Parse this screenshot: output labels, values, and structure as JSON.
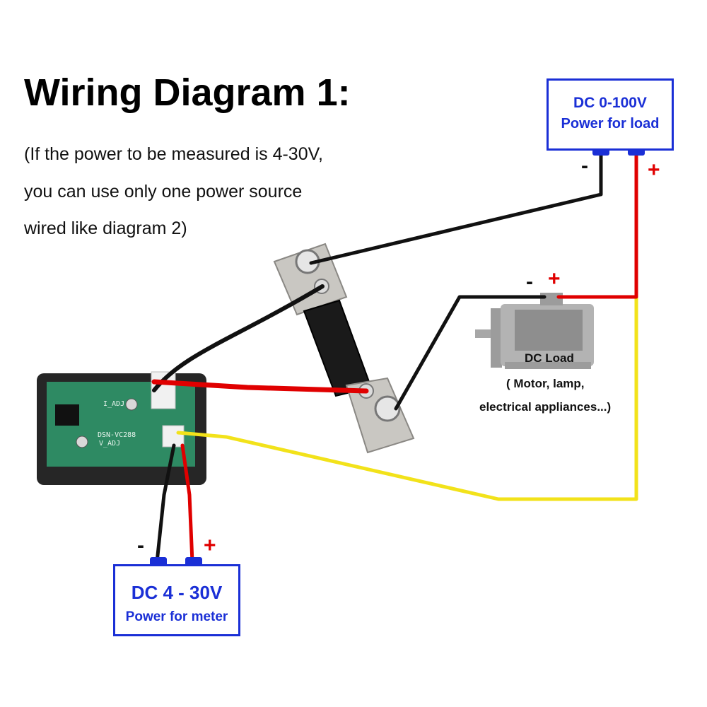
{
  "heading": {
    "title": "Wiring Diagram 1:",
    "note_lines": [
      "(If the power to be measured is 4-30V,",
      "you can use only one power source",
      "wired like diagram 2)"
    ]
  },
  "load_power": {
    "line1": "DC 0-100V",
    "line2": "Power for load",
    "neg_sign": "-",
    "pos_sign": "+"
  },
  "meter_power": {
    "line1": "DC 4 - 30V",
    "line2": "Power for meter",
    "neg_sign": "-",
    "pos_sign": "+"
  },
  "dc_load": {
    "title": "DC Load",
    "desc_line1": "( Motor, lamp,",
    "desc_line2": "electrical appliances...)",
    "neg_sign": "-",
    "pos_sign": "+"
  },
  "meter_board": {
    "silk_model": "DSN-VC288",
    "silk_i_adj": "I_ADJ",
    "silk_v_adj": "V_ADJ"
  },
  "colors": {
    "accent_blue": "#1a2fd6",
    "wire_red": "#e00000",
    "wire_black": "#111111",
    "wire_yellow": "#f2e21a"
  }
}
